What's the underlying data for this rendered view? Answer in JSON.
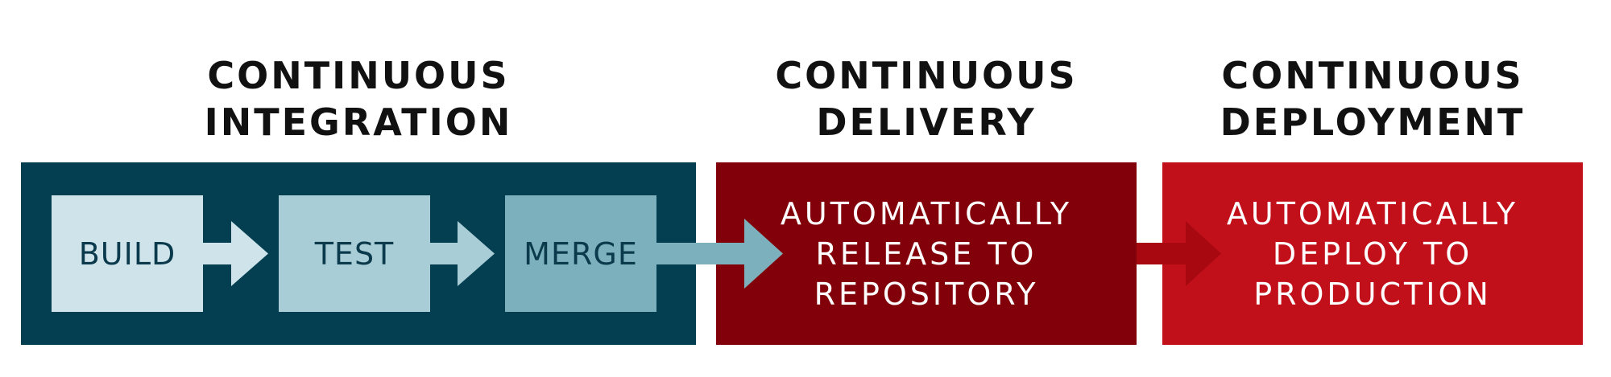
{
  "headings": {
    "ci": [
      "CONTINUOUS",
      "INTEGRATION"
    ],
    "delivery": [
      "CONTINUOUS",
      "DELIVERY"
    ],
    "deployment": [
      "CONTINUOUS",
      "DEPLOYMENT"
    ]
  },
  "steps": {
    "build": "BUILD",
    "test": "TEST",
    "merge": "MERGE"
  },
  "phases": {
    "delivery": [
      "AUTOMATICALLY",
      "RELEASE TO",
      "REPOSITORY"
    ],
    "deployment": [
      "AUTOMATICALLY",
      "DEPLOY TO",
      "PRODUCTION"
    ]
  },
  "colors": {
    "ci_panel": "#033f51",
    "delivery_panel": "#820009",
    "deployment_panel": "#c2101a",
    "build_box": "#cee4ea",
    "test_box": "#a9cdd6",
    "merge_box": "#7cb0bc",
    "delivery_arrow": "#a80911"
  }
}
